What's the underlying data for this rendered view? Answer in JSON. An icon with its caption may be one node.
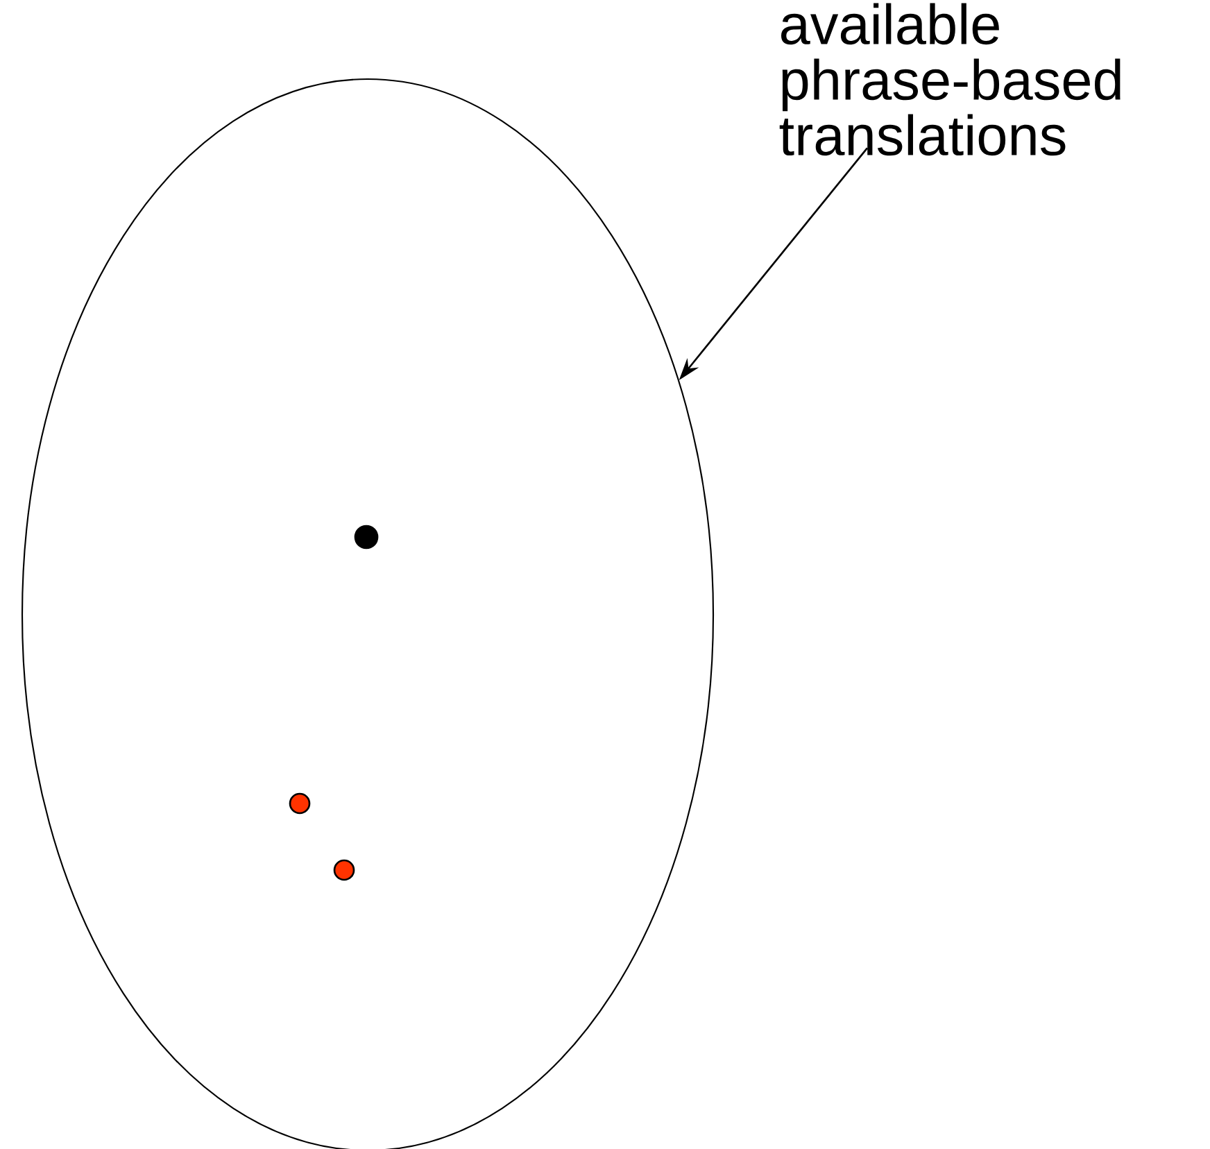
{
  "diagram": {
    "nodes": [
      {
        "text": [
          "available phrase-based translations"
        ]
      },
      {
        "text": [],
        "shape": "ellipse"
      }
    ],
    "edges": [
      {
        "from": 0,
        "to": 1,
        "arrow": "to"
      }
    ]
  }
}
